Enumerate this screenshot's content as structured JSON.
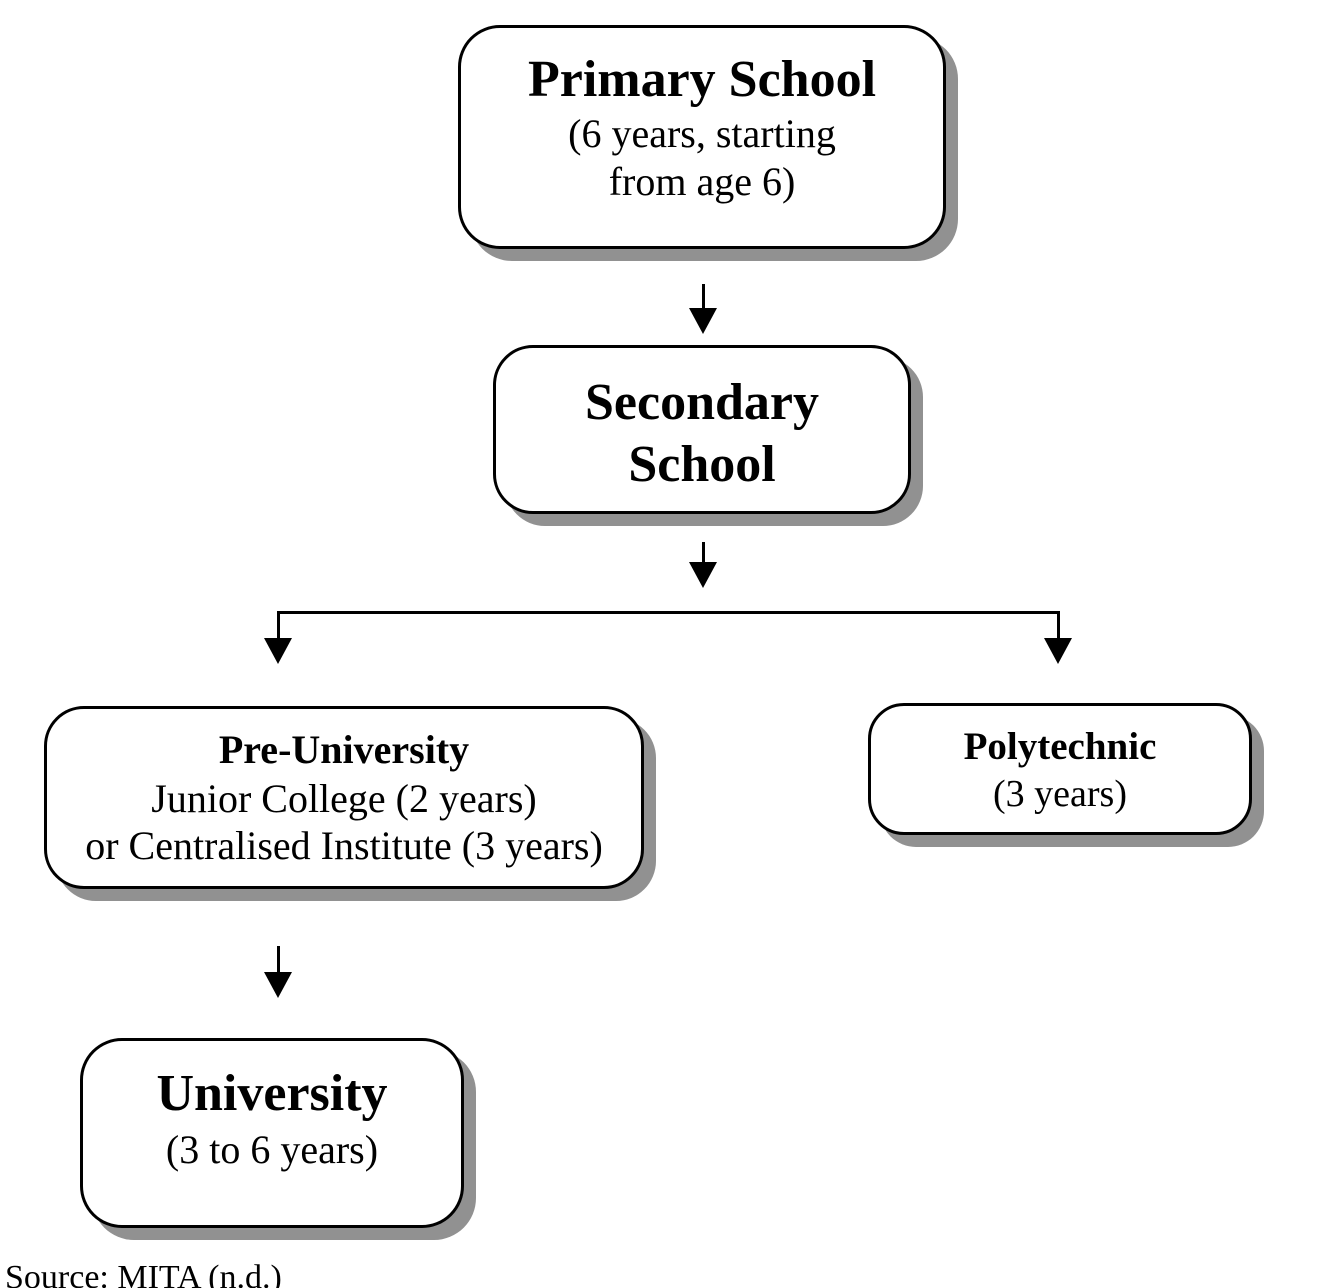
{
  "diagram": {
    "type": "flowchart",
    "subject": "education-system-progression",
    "nodes": [
      {
        "name": "primary-school",
        "title": "Primary School",
        "lines": [
          "(6 years, starting",
          "from age 6)"
        ]
      },
      {
        "name": "secondary-school",
        "title_lines": [
          "Secondary",
          "School"
        ]
      },
      {
        "name": "pre-university",
        "title": "Pre-University",
        "lines": [
          "Junior College (2 years)",
          "or Centralised Institute (3 years)"
        ]
      },
      {
        "name": "polytechnic",
        "title": "Polytechnic",
        "lines": [
          "(3 years)"
        ]
      },
      {
        "name": "university",
        "title": "University",
        "lines": [
          "(3 to 6 years)"
        ]
      }
    ],
    "edges": [
      {
        "from": "primary-school",
        "to": "secondary-school"
      },
      {
        "from": "secondary-school",
        "to": "pre-university"
      },
      {
        "from": "secondary-school",
        "to": "polytechnic"
      },
      {
        "from": "pre-university",
        "to": "university"
      }
    ],
    "source_note": "Source: MITA (n.d.)",
    "colors": {
      "background": "#ffffff",
      "box_fill": "#ffffff",
      "box_border": "#000000",
      "box_shadow": "#919191",
      "arrow": "#000000",
      "text": "#000000"
    }
  }
}
